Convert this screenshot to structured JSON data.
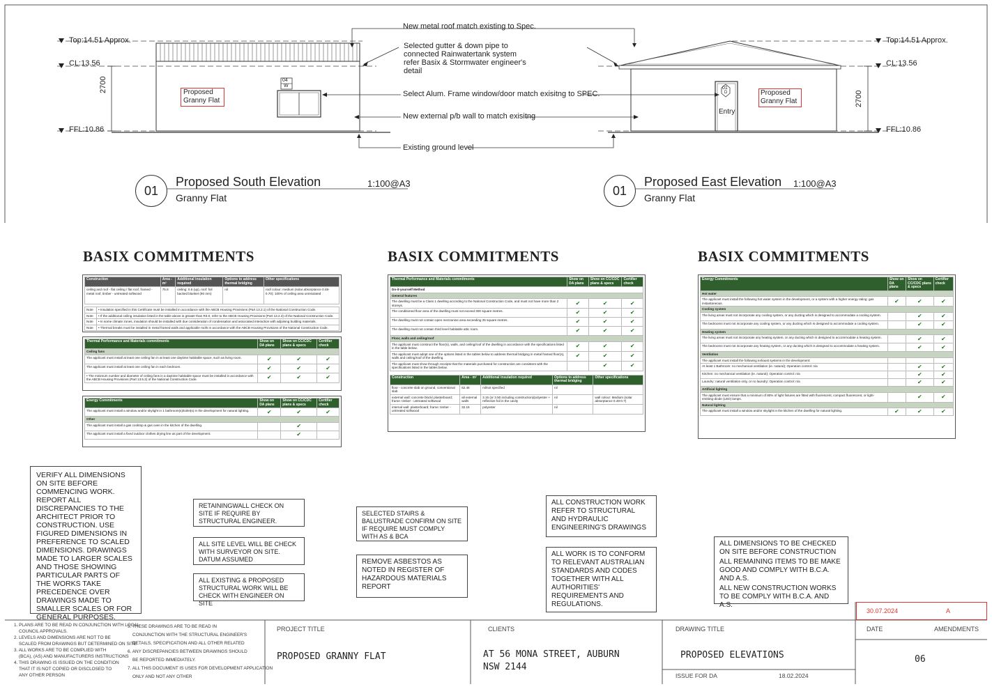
{
  "elevations": {
    "south": {
      "number": "01",
      "title": "Proposed South  Elevation",
      "subtitle": "Granny Flat",
      "scale": "1:100@A3",
      "levels": [
        "Top:14.51 Approx.",
        "CL:13.56",
        "FFL:10.86"
      ],
      "dimension": "2700",
      "label": "Proposed\nGranny Flat",
      "window_tag_top": "04",
      "window_tag_bottom": "W"
    },
    "east": {
      "number": "01",
      "title": "Proposed East Elevation",
      "subtitle": "Granny Flat",
      "scale": "1:100@A3",
      "levels": [
        "Top:14.51 Approx.",
        "CL:13.56",
        "FFL:10.86"
      ],
      "dimension": "2700",
      "label": "Proposed\nGranny Flat",
      "door_tag_top": "01",
      "door_tag_bottom": "D",
      "entry": "Entry"
    },
    "callouts": [
      "New metal roof match existing to Spec.",
      "Selected gutter & down pipe to\nconnected Rainwatertank system\nrefer Basix & Stormwater engineer's\ndetail",
      "Select Alum. Frame window/door match exisitng to SPEC.",
      "New external p/b wall to match exisitng",
      "Existing ground level"
    ]
  },
  "basix": {
    "heading": "BASIX  COMMITMENTS",
    "left_insulation": {
      "headers": [
        "Construction",
        "Area - m²",
        "Additional insulation required",
        "Options to address thermal bridging",
        "Other specifications"
      ],
      "rows": [
        [
          "ceiling and roof - flat ceiling / flat roof, framed - metal roof, timber - untreated softwood",
          "75.8",
          "ceiling: 0.6 (up), roof: foil backed blanket (90 mm)",
          "nil",
          "roof colour: medium (solar absorptance 0.48-0.70); 100% of ceiling area uninsulated"
        ]
      ],
      "notes": [
        [
          "Note",
          "• Insulation specified in this Certificate must be installed in accordance with the ABCB Housing Provisions (Part 13.2.1) of the National Construction Code."
        ],
        [
          "Note",
          "• If the additional ceiling insulation listed in the table above is greater than R3.0, refer to the ABCB Housing Provisions (Part 13.2.3) of the National Construction Code."
        ],
        [
          "Note",
          "• In some climate zones, insulation should be installed with due consideration of condensation and associated interaction with adjoining building materials."
        ],
        [
          "Note",
          "• Thermal breaks must be installed in metal framed walls and applicable roofs in accordance with the ABCB Housing Provisions of the National Construction Code."
        ]
      ]
    },
    "left_thermal": {
      "headers": [
        "Thermal Performance and Materials commitments",
        "Show on DA plans",
        "Show on CC/CDC plans & specs",
        "Certifier check"
      ],
      "section": "Ceiling fans",
      "rows": [
        "The applicant must install at least one ceiling fan in at least one daytime habitable space, such as living room.",
        "The applicant must install at least one ceiling fan in each bedroom.",
        "• The minimum number and diameter of ceiling fans in a daytime habitable space must be installed in accordance with the ABCB Housing Provisions (Part 13.5.2) of the National Construction Code."
      ]
    },
    "left_energy": {
      "headers": [
        "Energy Commitments",
        "Show on DA plans",
        "Show on CC/CDC plans & specs",
        "Certifier check"
      ],
      "row1": "The applicant must install a window and/or skylight in 1 bathroom(s)/toilet(s) in the development for natural lighting.",
      "section": "Other",
      "rows": [
        "The applicant must install a gas cooktop & gas oven in the kitchen of the dwelling.",
        "The applicant must install a fixed outdoor clothes drying line as part of the development."
      ]
    },
    "middle_thermal": {
      "headers": [
        "Thermal Performance and Materials commitments",
        "Show on DA plans",
        "Show on CC/CDC plans & specs",
        "Certifier check"
      ],
      "method": "Do-it-yourself Method",
      "general": "General features",
      "rows": [
        "The dwelling must be a Class 1 dwelling according to the National Construction Code, and must not have more than 2 storeys.",
        "The conditioned floor area of the dwelling must not exceed 300 square metres.",
        "The dwelling must not contain open mezzanine area exceeding 25 square metres.",
        "The dwelling must not contain third level habitable attic room."
      ],
      "floor_section": "Floor, walls and ceiling/roof",
      "floor_rows": [
        "The applicant must construct the floor(s), walls, and ceiling/roof of the dwelling in accordance with the specifications listed in the table below.",
        "The applicant must adopt one of the options listed in the tables below to address thermal bridging in metal framed floor(s), walls and ceiling/roof of the dwelling.",
        "The applicant must show through receipts that the materials purchased for construction are consistent with the specifications listed in the tables below."
      ]
    },
    "middle_construction": {
      "headers": [
        "Construction",
        "Area - m²",
        "Additional insulation required",
        "Options to address thermal bridging",
        "Other specifications"
      ],
      "rows": [
        [
          "floor - concrete slab on ground, conventional slab",
          "62.46",
          "nil/not specified",
          "nil",
          ""
        ],
        [
          "external wall: concrete block/ plasterboard; frame: timber - untreated softwood",
          "all external walls",
          "3.15 (or 3.50 including construction)/polyester + reflective foil in the cavity",
          "nil",
          "wall colour: Medium (solar absorptance 0.48-0.7)"
        ],
        [
          "internal wall: plasterboard; frame: timber - untreated softwood",
          "32.15",
          "polyester",
          "nil",
          ""
        ]
      ]
    },
    "right_energy": {
      "headers": [
        "Energy Commitments",
        "Show on DA plans",
        "Show on CC/CDC plans & specs",
        "Certifier check"
      ],
      "sections": [
        {
          "title": "Hot water",
          "rows": [
            "The applicant must install the following hot water system in the development, or a system with a higher energy rating: gas instantaneous."
          ]
        },
        {
          "title": "Cooling system",
          "rows": [
            "The living areas must not incorporate any cooling system, or any ducting which is designed to accommodate a cooling system.",
            "The bedrooms must not incorporate any cooling system, or any ducting which is designed to accommodate a cooling system."
          ]
        },
        {
          "title": "Heating system",
          "rows": [
            "The living areas must not incorporate any heating system, or any ducting which is designed to accommodate a heating system.",
            "The bedrooms must not incorporate any heating system, or any ducting which is designed to accommodate a heating system."
          ]
        },
        {
          "title": "Ventilation",
          "rows": [
            "The applicant must install the following exhaust systems in the development:",
            "At least 1 Bathroom: no mechanical ventilation (ie. natural); Operation control: n/a",
            "Kitchen: no mechanical ventilation (ie. natural); Operation control: n/a",
            "Laundry: natural ventilation only, or no laundry; Operation control: n/a"
          ]
        },
        {
          "title": "Artificial lighting",
          "rows": [
            "The applicant must ensure that a minimum of 80% of light fixtures are fitted with fluorescent, compact fluorescent, or light-emitting-diode (LED) lamps."
          ]
        },
        {
          "title": "Natural lighting",
          "rows": [
            "The applicant must install a window and/or skylight in the kitchen of the dwelling for natural lighting."
          ]
        }
      ]
    }
  },
  "notes": {
    "verify": "VERIFY ALL DIMENSIONS ON SITE BEFORE COMMENCING WORK.  REPORT ALL DISCREPANCIES TO THE ARCHITECT PRIOR TO CONSTRUCTION.  USE FIGURED DIMENSIONS IN PREFERENCE TO SCALED DIMENSIONS. DRAWINGS MADE TO LARGER SCALES AND THOSE SHOWING PARTICULAR PARTS OF THE WORKS TAKE PRECEDENCE OVER DRAWINGS MADE TO SMALLER SCALES OR FOR GENERAL PURPOSES.",
    "retaining": "RETAININGWALL CHECK ON SITE IF REQUIRE BY STRUCTURAL ENGINEER.",
    "site_level": "ALL SITE LEVEL WILL BE CHECK WITH SURVEYOR ON SITE. DATUM ASSUMED",
    "structural": "ALL EXISTING & PROPOSED STRUCTURAL WORK WILL BE CHECK WITH ENGINEER ON SITE",
    "stairs": "SELECTED STAIRS & BALUSTRADE CONFIRM ON SITE IF REQUIRE MUST  COMPLY WITH AS & BCA",
    "asbestos": "REMOVE ASBESTOS AS NOTED IN REGISTER OF HAZARDOUS MATERIALS REPORT",
    "construction": "ALL CONSTRUCTION WORK REFER TO STRUCTURAL AND HYDRAULIC ENGINEERING'S DRAWINGS",
    "standards": "ALL WORK IS TO CONFORM TO RELEVANT AUSTRALIAN STANDARDS AND CODES TOGETHER WITH ALL AUTHORITIES' REQUIREMENTS AND REGULATIONS.",
    "dims1": "ALL DIMENSIONS TO BE CHECKED ON SITE BEFORE CONSTRUCTION",
    "dims2": "ALL REMAINING ITEMS TO BE MAKE GOOD AND COMPLY WITH B.C.A. AND A.S.",
    "dims3": "ALL NEW CONSTRUCTION WORKS TO BE COMPLY WITH B.C.A. AND A.S."
  },
  "title_block": {
    "notes_left": [
      "1. PLANS ARE TO BE READ IN CONJUNCTION WITH LOCAL",
      "   COUNCIL APPROVALS.",
      "2. LEVELS AND DIMENSIONS ARE NOT TO BE",
      "   SCALED FROM DRAWINGS BUT DETERMINED ON SITE",
      "3. ALL WORKS ARE TO BE COMPLIED WITH",
      "   (BCA), (AS) AND MANUFACTURERS INSTRUCTIONS",
      "4. THIS DRAWING  IS  ISSUED ON THE CONDITION",
      "   THAT IT IS NOT COPIED OR DISCLOSED TO",
      "   ANY OTHER PERSON"
    ],
    "notes_right": [
      "5. THESE DRAWINGS ARE TO BE READ IN",
      "   CONJUNCTION WITH THE STRUCTURAL ENGINEER'S",
      "   DETAILS, SPECIFICATION AND ALL OTHER RELATED",
      "6. ANY DISCREPANCIES BETWEEN DRAWINGS SHOULD",
      "   BE REPORTED IMMEDIATELY.",
      "7. ALL THIS DOCUMENT IS USES FOR DEVELOPMENT APPLICATION",
      "   ONLY AND NOT ANY OTHER"
    ],
    "project_title_label": "PROJECT TITLE",
    "project_title": "PROPOSED GRANNY FLAT",
    "clients_label": "CLIENTS",
    "clients_line1": "AT 56 MONA STREET, AUBURN",
    "clients_line2": "NSW 2144",
    "drawing_title_label": "DRAWING TITLE",
    "drawing_title": "PROPOSED ELEVATIONS",
    "issue": "ISSUE FOR  DA",
    "issue_date": "18.02.2024",
    "date_label": "DATE",
    "amendments_label": "AMENDMENTS",
    "sheet_number": "06",
    "amendment_date": "30.07.2024",
    "amendment_rev": "A"
  }
}
